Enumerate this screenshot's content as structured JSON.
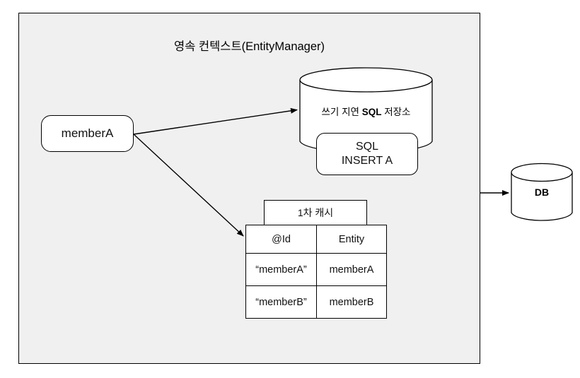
{
  "diagram": {
    "title": "영속 컨텍스트(EntityManager)",
    "entity_box": {
      "label": "memberA"
    },
    "sql_store": {
      "label_prefix": "쓰기 지연 ",
      "label_bold": "SQL",
      "label_suffix": " 저장소",
      "inner_box": {
        "line1": "SQL",
        "line2": "INSERT A"
      }
    },
    "cache": {
      "caption": "1차 캐시",
      "columns": [
        "@Id",
        "Entity"
      ],
      "rows": [
        {
          "id": "“memberA”",
          "entity": "memberA"
        },
        {
          "id": "“memberB”",
          "entity": "memberB"
        }
      ]
    },
    "database": {
      "label": "DB"
    },
    "colors": {
      "container_fill": "#f0f0f0",
      "shape_fill": "#ffffff",
      "stroke": "#000000",
      "page_background": "#ffffff"
    }
  }
}
